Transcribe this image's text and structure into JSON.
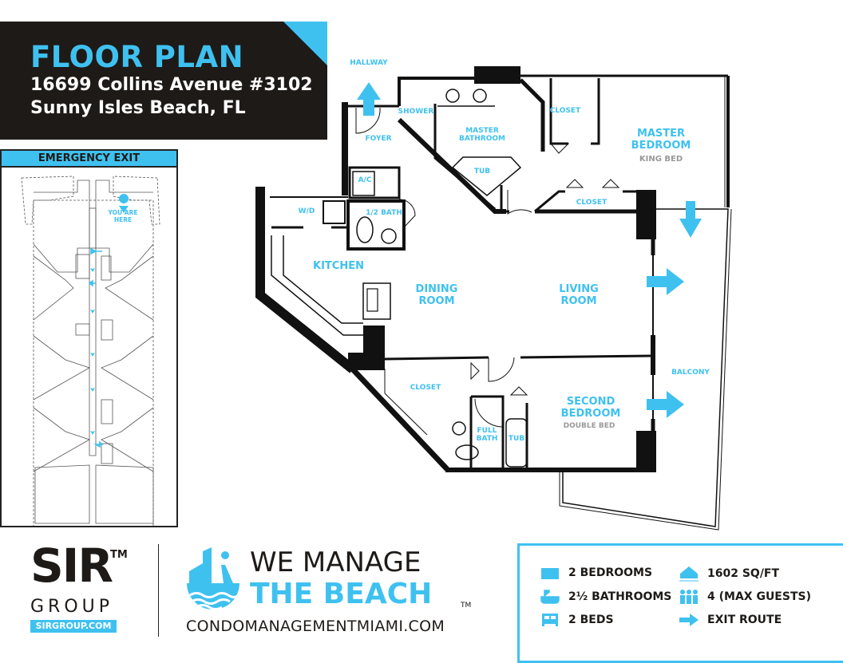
{
  "header": {
    "title": "FLOOR PLAN",
    "address_line1": "16699 Collins Avenue #3102",
    "address_line2": "Sunny Isles Beach, FL"
  },
  "emergency_exit": {
    "title": "EMERGENCY EXIT",
    "you_are_here": "YOU ARE HERE"
  },
  "floor_plan": {
    "hallway": "HALLWAY",
    "shower": "SHOWER",
    "foyer": "FOYER",
    "master_bathroom": "MASTER BATHROOM",
    "master_tub": "TUB",
    "master_closet": "CLOSET",
    "master_bedroom": "MASTER BEDROOM",
    "master_bed_type": "KING BED",
    "ac": "A/C",
    "wd": "W/D",
    "half_bath": "1/2 BATH",
    "hall_closet": "CLOSET",
    "kitchen": "KITCHEN",
    "dining_room": "DINING ROOM",
    "living_room": "LIVING ROOM",
    "balcony": "BALCONY",
    "second_closet": "CLOSET",
    "second_bedroom": "SECOND BEDROOM",
    "second_bed_type": "DOUBLE BED",
    "full_bath": "FULL BATH",
    "second_tub": "TUB"
  },
  "logos": {
    "sir_mark": "SIR",
    "sir_tm": "TM",
    "sir_group": "GROUP",
    "sir_url": "SIRGROUP.COM",
    "wmtb_line1": "WE MANAGE",
    "wmtb_line2": "THE BEACH",
    "wmtb_tm": "TM",
    "wmtb_url": "CONDOMANAGEMENTMIAMI.COM"
  },
  "legend": {
    "bedrooms": "2 BEDROOMS",
    "bathrooms": "2½ BATHROOMS",
    "beds": "2 BEDS",
    "sqft": "1602 SQ/FT",
    "guests": "4 (MAX GUESTS)",
    "exit_route": "EXIT ROUTE"
  },
  "colors": {
    "accent": "#3fc1f0",
    "dark": "#1e1a18"
  }
}
